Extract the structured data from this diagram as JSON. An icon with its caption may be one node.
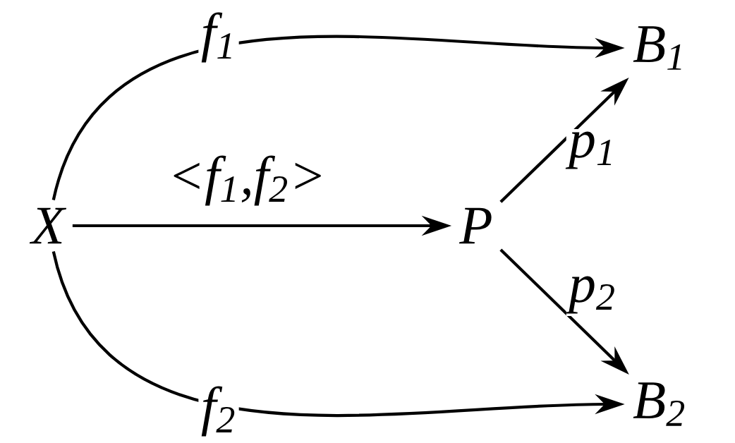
{
  "diagram": {
    "nodes": [
      {
        "text": [
          "X"
        ]
      },
      {
        "text": [
          "P"
        ]
      },
      {
        "text": [
          "B$_{1}$"
        ]
      },
      {
        "text": [
          "B$_{2}$"
        ]
      }
    ],
    "edges": [
      {
        "from": 0,
        "to": 2,
        "arrow": "to",
        "label": "f$_{1}$"
      },
      {
        "from": 0,
        "to": 1,
        "arrow": "to",
        "label": "<f$_{1}$,f$_{2}$>"
      },
      {
        "from": 1,
        "to": 2,
        "arrow": "to",
        "label": "p$_{1}$"
      },
      {
        "from": 1,
        "to": 3,
        "arrow": "to",
        "label": "p$_{2}$"
      },
      {
        "from": 0,
        "to": 3,
        "arrow": "to",
        "label": "f$_{2}$"
      }
    ]
  }
}
